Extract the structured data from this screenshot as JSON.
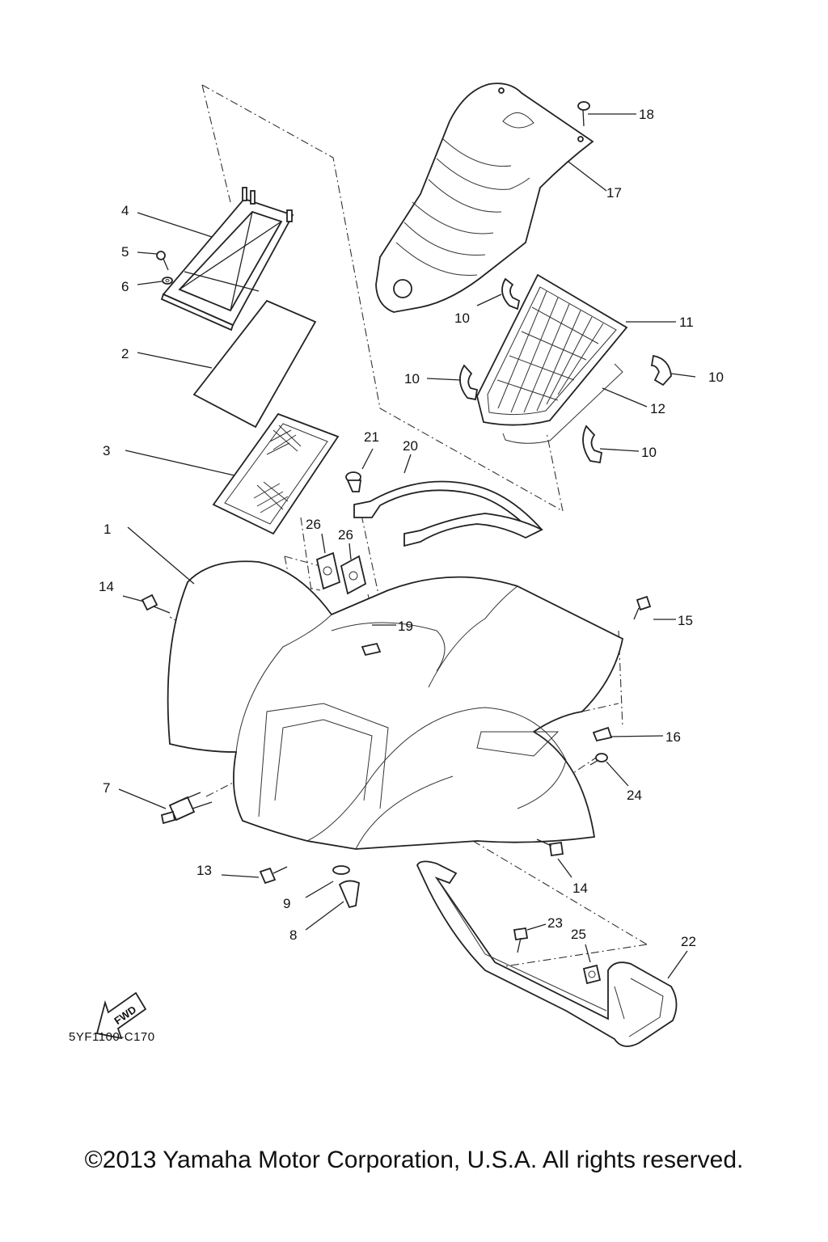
{
  "callouts": [
    {
      "id": "1",
      "label": "1"
    },
    {
      "id": "2",
      "label": "2"
    },
    {
      "id": "3",
      "label": "3"
    },
    {
      "id": "4",
      "label": "4"
    },
    {
      "id": "5",
      "label": "5"
    },
    {
      "id": "6",
      "label": "6"
    },
    {
      "id": "7",
      "label": "7"
    },
    {
      "id": "8",
      "label": "8"
    },
    {
      "id": "9",
      "label": "9"
    },
    {
      "id": "10a",
      "label": "10"
    },
    {
      "id": "10b",
      "label": "10"
    },
    {
      "id": "10c",
      "label": "10"
    },
    {
      "id": "10d",
      "label": "10"
    },
    {
      "id": "11",
      "label": "11"
    },
    {
      "id": "12",
      "label": "12"
    },
    {
      "id": "13",
      "label": "13"
    },
    {
      "id": "14a",
      "label": "14"
    },
    {
      "id": "14b",
      "label": "14"
    },
    {
      "id": "15",
      "label": "15"
    },
    {
      "id": "16",
      "label": "16"
    },
    {
      "id": "17",
      "label": "17"
    },
    {
      "id": "18",
      "label": "18"
    },
    {
      "id": "19",
      "label": "19"
    },
    {
      "id": "20",
      "label": "20"
    },
    {
      "id": "21",
      "label": "21"
    },
    {
      "id": "22",
      "label": "22"
    },
    {
      "id": "23",
      "label": "23"
    },
    {
      "id": "24",
      "label": "24"
    },
    {
      "id": "25",
      "label": "25"
    },
    {
      "id": "26a",
      "label": "26"
    },
    {
      "id": "26b",
      "label": "26"
    }
  ],
  "fwd_label": "FWD",
  "diagram_code": "5YF1100-C170",
  "copyright": "©2013 Yamaha Motor Corporation, U.S.A. All rights reserved."
}
